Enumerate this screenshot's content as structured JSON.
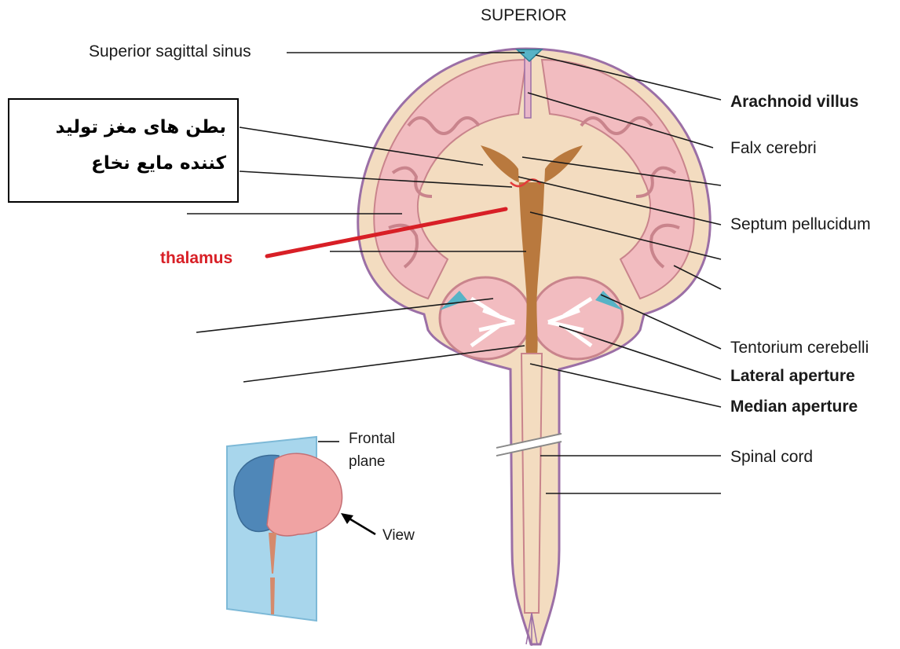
{
  "orientation_label": "SUPERIOR",
  "labels": {
    "superior_sagittal_sinus": "Superior sagittal sinus",
    "arachnoid_villus": "Arachnoid villus",
    "falx_cerebri": "Falx cerebri",
    "septum_pellucidum": "Septum pellucidum",
    "tentorium_cerebelli": "Tentorium cerebelli",
    "lateral_aperture": "Lateral aperture",
    "median_aperture": "Median aperture",
    "spinal_cord": "Spinal cord",
    "thalamus": "thalamus"
  },
  "note": {
    "line1": "بطن های مغز تولید",
    "line2": "کننده مایع نخاع"
  },
  "inset": {
    "frontal": "Frontal",
    "plane": "plane",
    "view": "View"
  },
  "colors": {
    "ventricle": "#b9793e",
    "cortex": "#f2bcc0",
    "white_matter": "#f3dcc0",
    "meninges": "#9b6fa6",
    "sinus": "#57b3c6",
    "annotation_red": "#d81f26"
  }
}
